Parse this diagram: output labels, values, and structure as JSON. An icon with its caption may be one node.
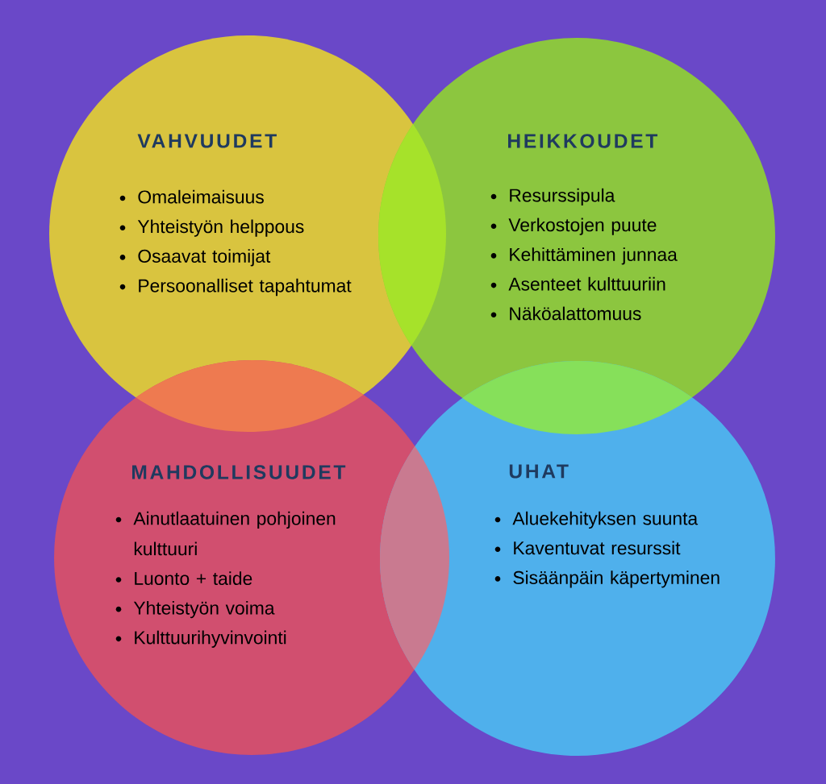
{
  "diagram": {
    "nodes": [
      {
        "text": [
          "VAHVUUDET",
          "Omaleimaisuus",
          "Yhteistyön helppous",
          "Osaavat toimijat",
          "Persoonalliset tapahtumat"
        ]
      },
      {
        "text": [
          "HEIKKOUDET",
          "Resurssipula",
          "Verkostojen puute",
          "Kehittäminen junnaa",
          "Asenteet kulttuuriin",
          "Näköalattomuus"
        ]
      },
      {
        "text": [
          "MAHDOLLISUUDET",
          "Ainutlaatuinen pohjoinen kulttuuri",
          "Luonto + taide",
          "Yhteistyön voima",
          "Kulttuurihyvinvointi"
        ]
      },
      {
        "text": [
          "UHAT",
          "Aluekehityksen suunta",
          "Kaventuvat resurssit",
          "Sisäänpäin käpertyminen"
        ]
      }
    ]
  }
}
